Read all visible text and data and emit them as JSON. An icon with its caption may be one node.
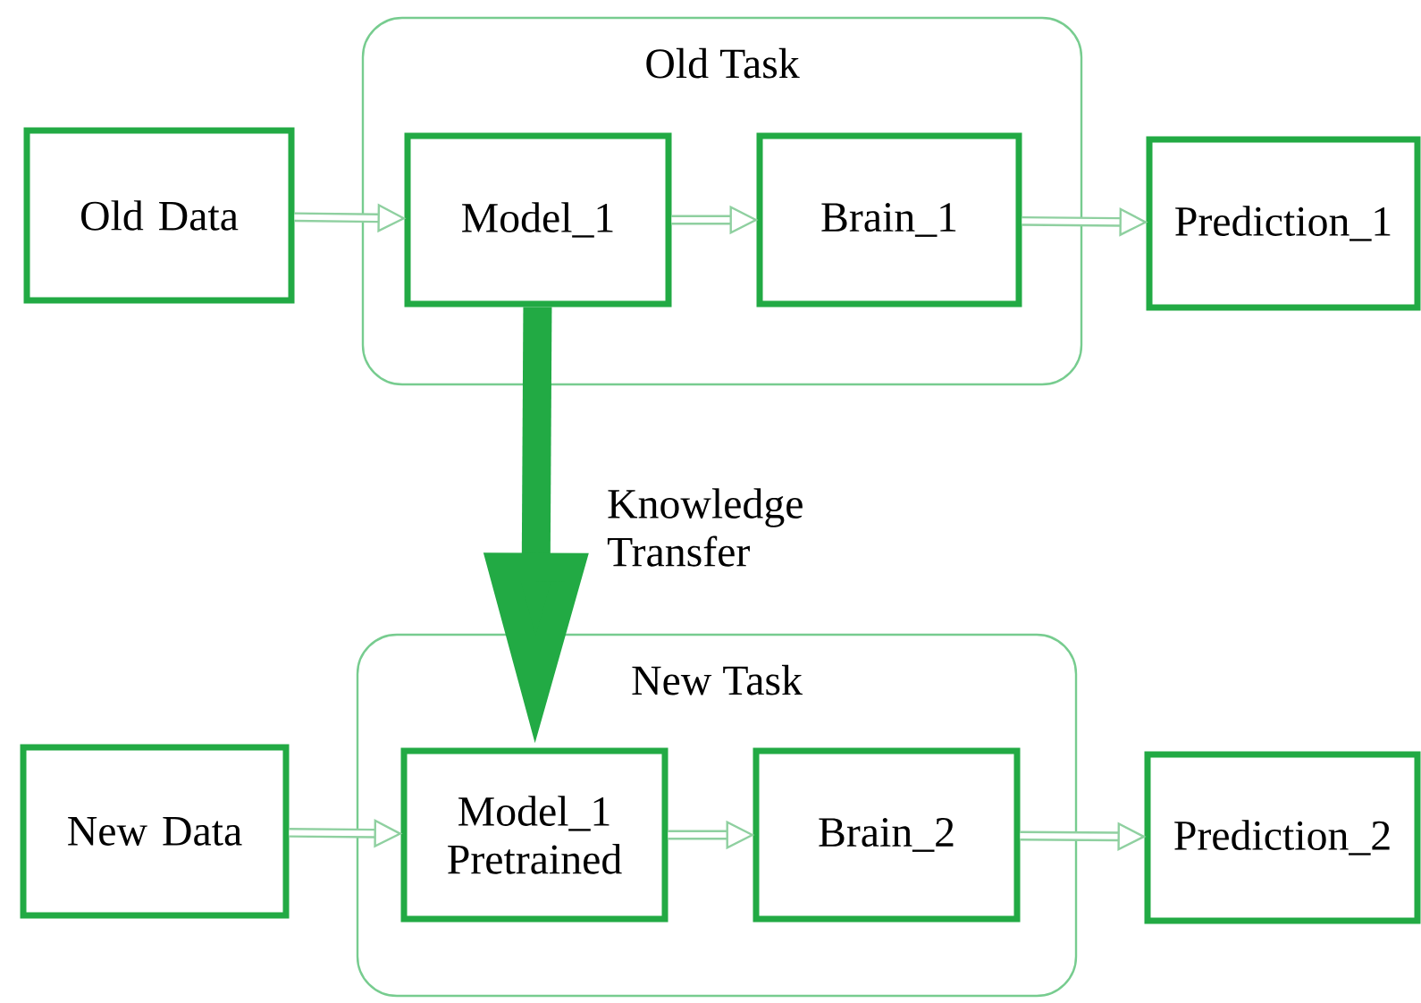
{
  "diagram": {
    "nodes": [
      {
        "text": [
          "Old Task"
        ]
      },
      {
        "text": [
          "Old Data"
        ]
      },
      {
        "text": [
          "Model_1"
        ],
        "in": 0
      },
      {
        "text": [
          "Brain_1"
        ],
        "in": 0
      },
      {
        "text": [
          "Prediction_1"
        ]
      },
      {
        "text": [
          "New Task"
        ]
      },
      {
        "text": [
          "New Data"
        ]
      },
      {
        "text": [
          "Model_1 Pretrained"
        ],
        "in": 5
      },
      {
        "text": [
          "Brain_2"
        ],
        "in": 5
      },
      {
        "text": [
          "Prediction_2"
        ]
      }
    ],
    "edges": [
      {
        "from": 1,
        "to": 2,
        "arrow": "to"
      },
      {
        "from": 2,
        "to": 3,
        "arrow": "to"
      },
      {
        "from": 3,
        "to": 4,
        "arrow": "to"
      },
      {
        "from": 2,
        "to": 7,
        "arrow": "to",
        "label": "Knowledge Transfer",
        "style": "thick",
        "color": "#22aa44"
      },
      {
        "from": 6,
        "to": 7,
        "arrow": "to"
      },
      {
        "from": 7,
        "to": 8,
        "arrow": "to"
      },
      {
        "from": 8,
        "to": 9,
        "arrow": "to"
      }
    ]
  }
}
